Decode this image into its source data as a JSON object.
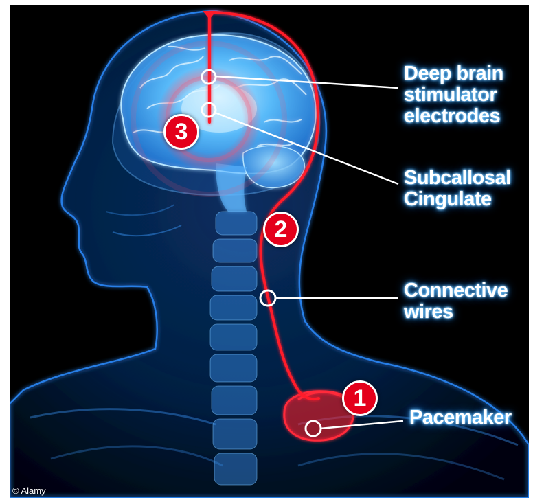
{
  "labels": {
    "deep_brain": [
      "Deep brain",
      "stimulator",
      "electrodes"
    ],
    "subcallosal": [
      "Subcallosal",
      "Cingulate"
    ],
    "connective": [
      "Connective",
      "wires"
    ],
    "pacemaker": "Pacemaker"
  },
  "badges": {
    "one": "1",
    "two": "2",
    "three": "3"
  },
  "credit": "© Alamy",
  "colors": {
    "background": "#000000",
    "body_glow": "#1e7fe0",
    "brain": "#4fb6ff",
    "wire": "#ff1a2b",
    "badge": "#e4001b",
    "callout_line": "#ffffff"
  }
}
